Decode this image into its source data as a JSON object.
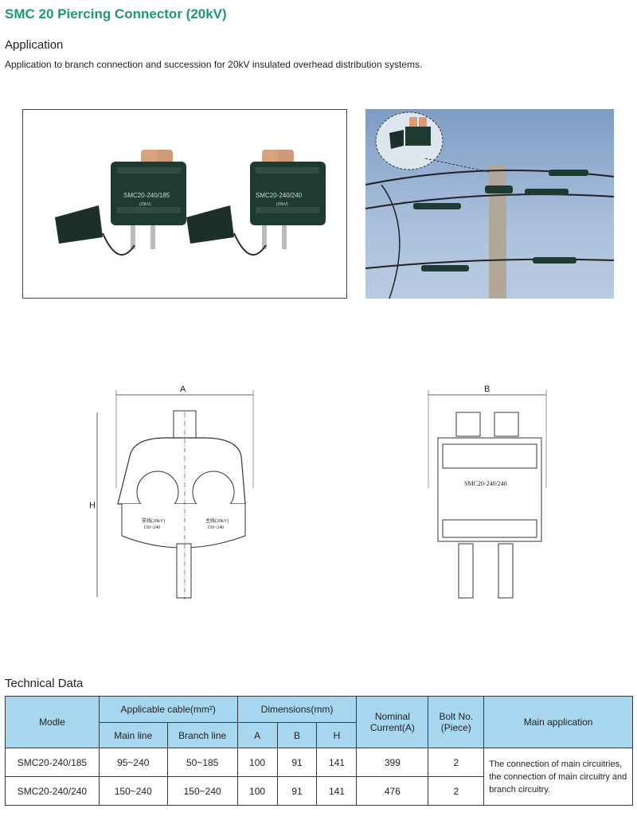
{
  "title": "SMC 20 Piercing Connector (20kV)",
  "application": {
    "heading": "Application",
    "text": "Application to branch connection and succession for 20kV insulated overhead distribution systems."
  },
  "photo": {
    "connector_left_label": "SMC20-240/185",
    "connector_left_sub": "(20kV)",
    "connector_right_label": "SMC20-240/240",
    "connector_right_sub": "(20kV)"
  },
  "drawing_left": {
    "dim_a": "A",
    "dim_h": "H",
    "branch_label": "支线(20kV)",
    "branch_range": "150~240",
    "main_label": "主线(20kV)",
    "main_range": "150~240"
  },
  "drawing_right": {
    "dim_b": "B",
    "body_label": "SMC20-240/240"
  },
  "technical": {
    "heading": "Technical Data",
    "headers": {
      "model": "Modle",
      "cable": "Applicable cable(mm²)",
      "main_line": "Main line",
      "branch_line": "Branch line",
      "dimensions": "Dimensions(mm)",
      "a": "A",
      "b": "B",
      "h": "H",
      "nominal": "Nominal Current(A)",
      "bolt": "Bolt No. (Piece)",
      "main_app": "Main application"
    },
    "rows": [
      {
        "model": "SMC20-240/185",
        "main": "95~240",
        "branch": "50~185",
        "a": "100",
        "b": "91",
        "h": "141",
        "current": "399",
        "bolt": "2"
      },
      {
        "model": "SMC20-240/240",
        "main": "150~240",
        "branch": "150~240",
        "a": "100",
        "b": "91",
        "h": "141",
        "current": "476",
        "bolt": "2"
      }
    ],
    "application_text": "The connection of main circuitries, the connection of main circuitry and branch circuitry."
  },
  "colors": {
    "title": "#1e9a6a",
    "table_header": "#a6d7ef"
  }
}
